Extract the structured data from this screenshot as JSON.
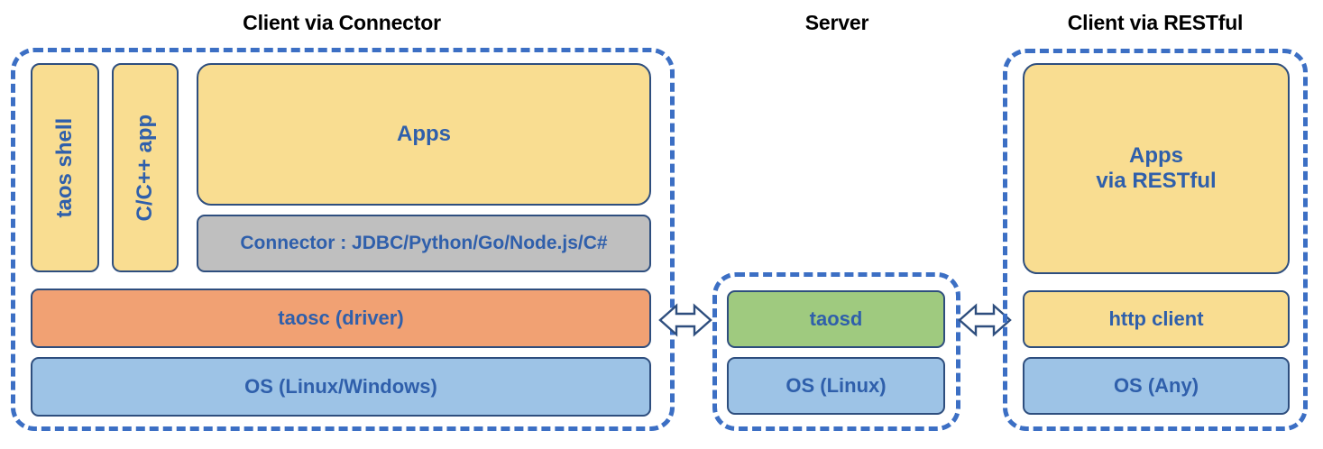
{
  "diagram": {
    "title_client_connector": "Client via Connector",
    "title_server": "Server",
    "title_client_restful": "Client via RESTful"
  },
  "client_connector": {
    "taos_shell": "taos shell",
    "c_cpp_app": "C/C++ app",
    "apps": "Apps",
    "connector": "Connector : JDBC/Python/Go/Node.js/C#",
    "taosc": "taosc (driver)",
    "os": "OS (Linux/Windows)"
  },
  "server": {
    "taosd": "taosd",
    "os": "OS (Linux)"
  },
  "client_restful": {
    "apps_line1": "Apps",
    "apps_line2": "via RESTful",
    "http_client": "http client",
    "os": "OS (Any)"
  },
  "connectors": {
    "left_arrow_name": "double-headed-arrow",
    "right_arrow_name": "double-headed-arrow"
  },
  "colors": {
    "dashed_border": "#3C6FC4",
    "box_border": "#2E4E7E",
    "text_blue": "#2F5FAB",
    "yellow": "#F9DD91",
    "orange": "#F1A173",
    "blue": "#9DC3E6",
    "green": "#9FCA7F",
    "gray": "#BFBFBF",
    "title_black": "#000000"
  }
}
